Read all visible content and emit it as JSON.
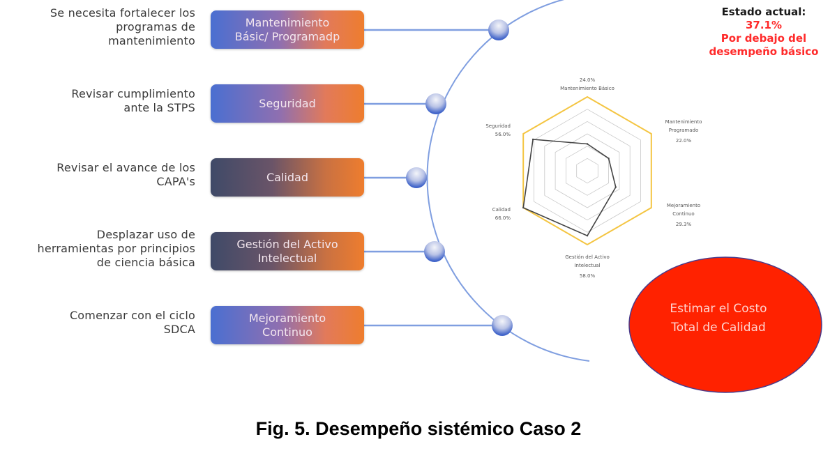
{
  "status": {
    "title": "Estado actual:",
    "value": "37.1%",
    "line1": "Por debajo del",
    "line2": "desempeño básico"
  },
  "items": [
    {
      "desc": [
        "Se necesita fortalecer los",
        "programas de",
        "mantenimiento"
      ],
      "box": [
        "Mantenimiento",
        "Básic/ Programadp"
      ],
      "style": "blue"
    },
    {
      "desc": [
        "Revisar cumplimiento",
        "ante la STPS"
      ],
      "box": [
        "Seguridad"
      ],
      "style": "blue"
    },
    {
      "desc": [
        "Revisar el avance de los",
        "CAPA's"
      ],
      "box": [
        "Calidad"
      ],
      "style": "dark"
    },
    {
      "desc": [
        "Desplazar uso de",
        "herramientas por principios",
        "de ciencia básica"
      ],
      "box": [
        "Gestión del Activo",
        "Intelectual"
      ],
      "style": "dark"
    },
    {
      "desc": [
        "Comenzar con el ciclo",
        "SDCA"
      ],
      "box": [
        "Mejoramiento",
        "Continuo"
      ],
      "style": "blue"
    }
  ],
  "oval": {
    "line1": "Estimar el Costo",
    "line2": "Total de Calidad",
    "color": "#ff2200"
  },
  "caption": "Fig. 5. Desempeño sistémico Caso 2",
  "colors": {
    "arc": "#7f9ee0",
    "outer_ring": "#f4c542",
    "series": "#444444",
    "grid": "#c8c8c8"
  },
  "chart_data": {
    "type": "radar",
    "title": "",
    "axes": [
      {
        "label": [
          "Mantenimiento Básico"
        ],
        "value": 24.0,
        "value_label": "24.0%",
        "value_first": true
      },
      {
        "label": [
          "Mantenimiento",
          "Programado"
        ],
        "value": 22.0,
        "value_label": "22.0%"
      },
      {
        "label": [
          "Mejoramiento",
          "Continuo"
        ],
        "value": 29.3,
        "value_label": "29.3%"
      },
      {
        "label": [
          "Gestión del Activo",
          "Intelectual"
        ],
        "value": 58.0,
        "value_label": "58.0%"
      },
      {
        "label": [
          "Calidad"
        ],
        "value": 66.0,
        "value_label": "66.0%"
      },
      {
        "label": [
          "Seguridad"
        ],
        "value": 56.0,
        "value_label": "56.0%"
      }
    ],
    "range": [
      0,
      66
    ],
    "rings": 6,
    "grid": true,
    "legend": "none"
  }
}
